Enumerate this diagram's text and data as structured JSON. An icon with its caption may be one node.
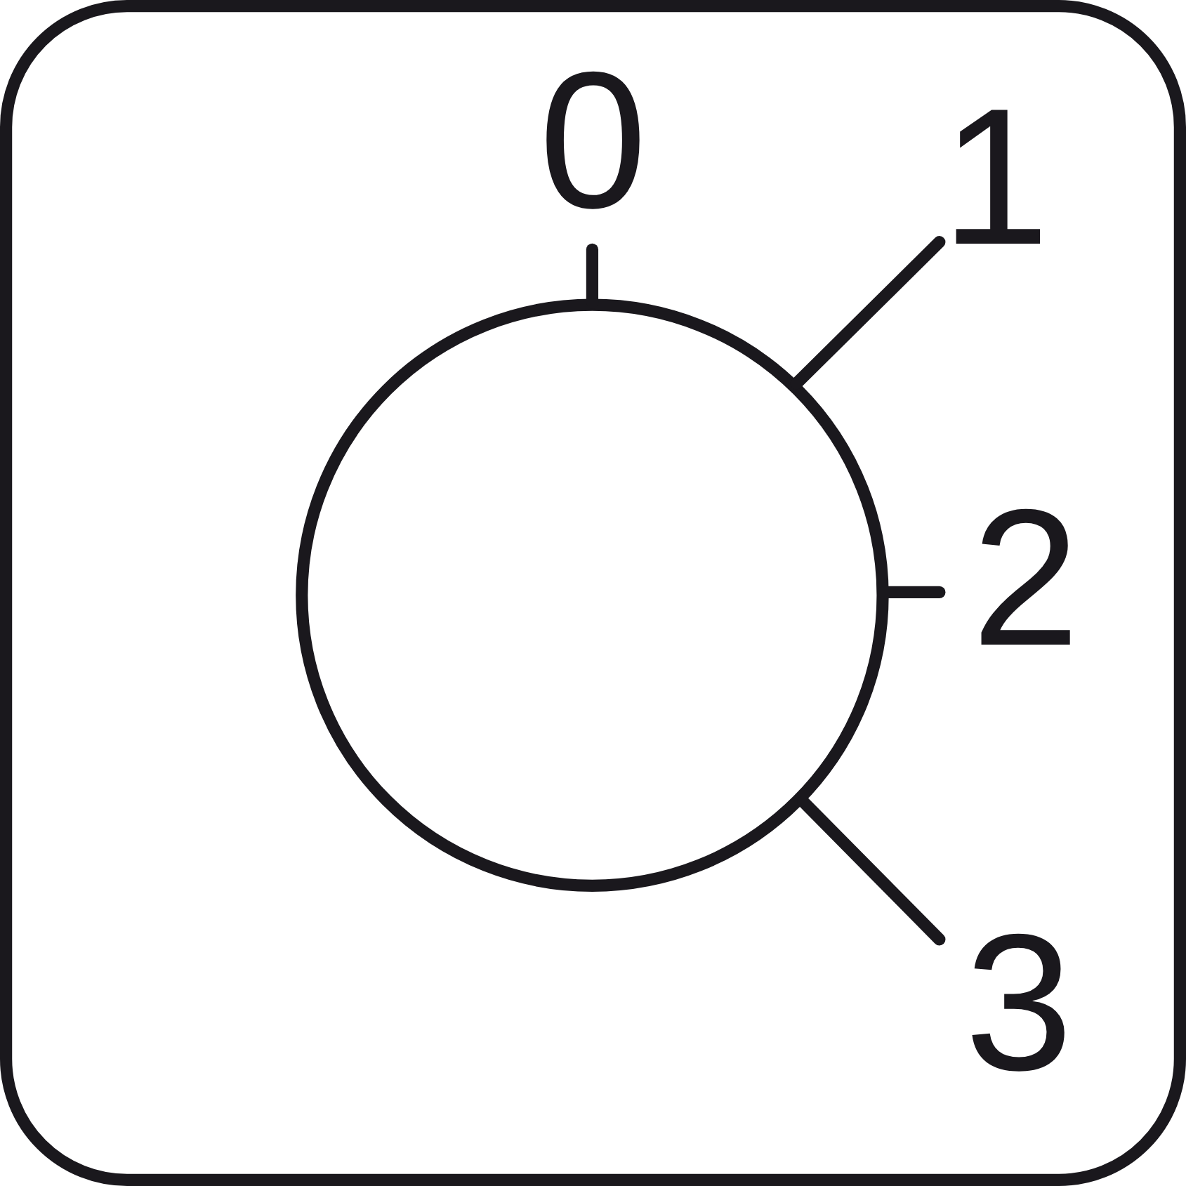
{
  "diagram": {
    "labels": [
      "0",
      "1",
      "2",
      "3"
    ]
  }
}
